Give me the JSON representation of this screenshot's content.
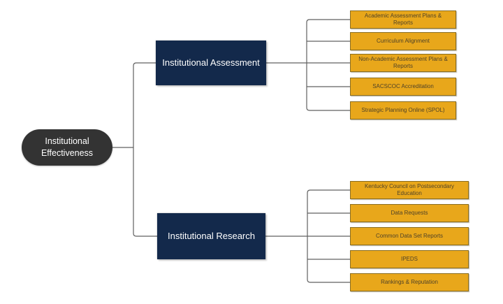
{
  "colors": {
    "canvas_bg": "#ffffff",
    "root_bg": "#333333",
    "root_text": "#ffffff",
    "branch_bg": "#13294b",
    "branch_text": "#ffffff",
    "leaf_bg": "#e8a71b",
    "leaf_border": "#8a6d1f",
    "leaf_text": "#4f4228",
    "connector": "#606060"
  },
  "tree": {
    "root": {
      "label": "Institutional Effectiveness"
    },
    "branches": [
      {
        "label": "Institutional Assessment",
        "children": [
          {
            "label": "Academic Assessment Plans & Reports"
          },
          {
            "label": "Curriculum Alignment"
          },
          {
            "label": "Non-Academic Assessment Plans & Reports"
          },
          {
            "label": "SACSCOC Accreditation"
          },
          {
            "label": "Strategic Planning Online (SPOL)"
          }
        ]
      },
      {
        "label": "Institutional Research",
        "children": [
          {
            "label": "Kentucky Council on Postsecondary Education"
          },
          {
            "label": "Data Requests"
          },
          {
            "label": "Common Data Set Reports"
          },
          {
            "label": "IPEDS"
          },
          {
            "label": "Rankings & Reputation"
          }
        ]
      }
    ]
  }
}
